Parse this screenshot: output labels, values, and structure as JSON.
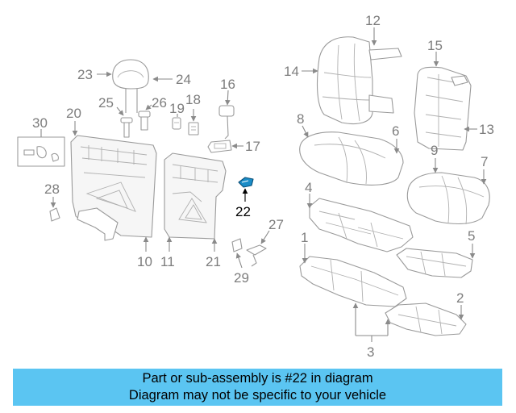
{
  "highlight_part": "22",
  "colors": {
    "banner_bg": "#5bc5f2",
    "highlight": "#1a8cc7",
    "line_art": "#9a9a9a",
    "callout_text": "#7d7d7d"
  },
  "callouts": {
    "c1": "1",
    "c2": "2",
    "c3": "3",
    "c4": "4",
    "c5": "5",
    "c6": "6",
    "c7": "7",
    "c8": "8",
    "c9": "9",
    "c10": "10",
    "c11": "11",
    "c12": "12",
    "c13": "13",
    "c14": "14",
    "c15": "15",
    "c16": "16",
    "c17": "17",
    "c18": "18",
    "c19": "19",
    "c20": "20",
    "c21": "21",
    "c22": "22",
    "c23": "23",
    "c24": "24",
    "c25": "25",
    "c26": "26",
    "c27": "27",
    "c28": "28",
    "c29": "29",
    "c30": "30"
  },
  "banner": {
    "line1": "Part or sub-assembly is #22 in diagram",
    "line2": "Diagram may not be specific to your vehicle"
  }
}
